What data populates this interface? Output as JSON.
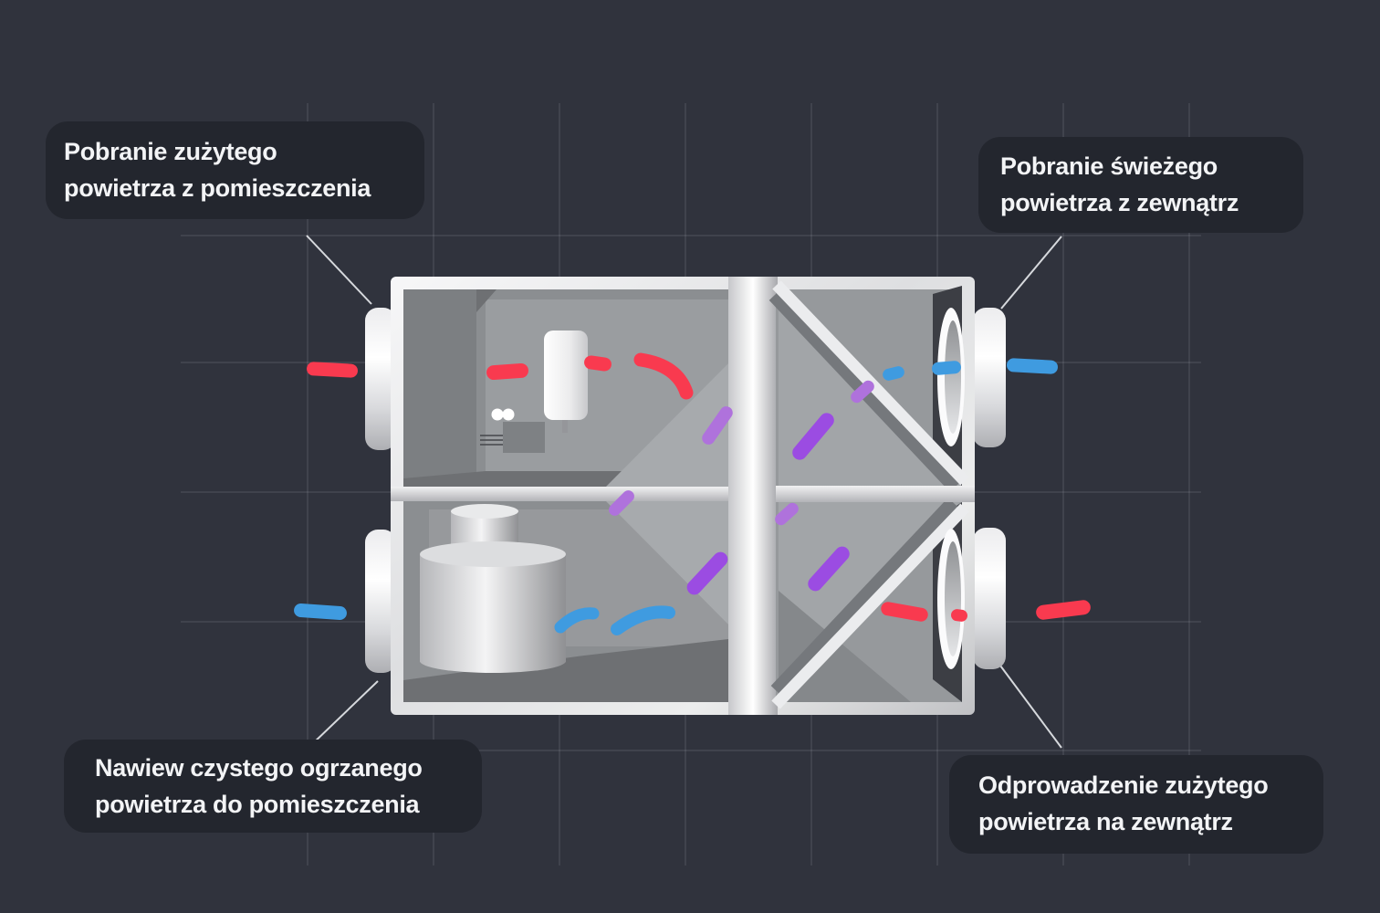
{
  "labels": {
    "top_left": {
      "line1": "Pobranie zużytego",
      "line2": "powietrza z pomieszczenia"
    },
    "top_right": {
      "line1": "Pobranie świeżego",
      "line2": "powietrza z zewnątrz"
    },
    "bottom_left": {
      "line1": "Nawiew czystego ogrzanego",
      "line2": "powietrza do pomieszczenia"
    },
    "bottom_right": {
      "line1": "Odprowadzenie zużytego",
      "line2": "powietrza na zewnątrz"
    }
  },
  "colors": {
    "page_bg": "#30333d",
    "label_bg": "#23262e",
    "label_text": "#f3f4f6",
    "warm": "#f93a4f",
    "cold": "#3f9be0",
    "mix_strong": "#9b4ce2",
    "mix_light": "#af72dc",
    "callout": "#e9ebee",
    "grid": "#aeb4c0"
  }
}
